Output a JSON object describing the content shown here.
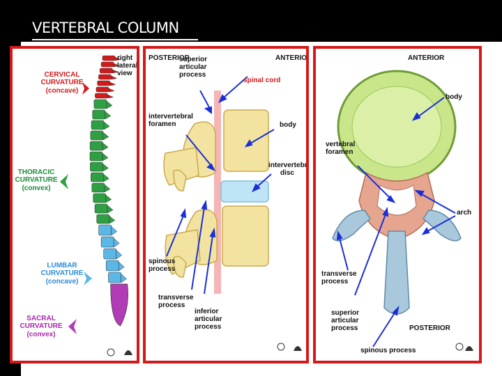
{
  "slide": {
    "title": "VERTEBRAL COLUMN"
  },
  "panel1": {
    "view_label": "right\nlateral\nview",
    "cervical": {
      "name": "CERVICAL\nCURVATURE",
      "type": "(concave)"
    },
    "thoracic": {
      "name": "THORACIC\nCURVATURE",
      "type": "(convex)"
    },
    "lumbar": {
      "name": "LUMBAR\nCURVATURE",
      "type": "(concave)"
    },
    "sacral": {
      "name": "SACRAL\nCURVATURE",
      "type": "(convex)"
    }
  },
  "panel2": {
    "posterior": "POSTERIOR",
    "anterior": "ANTERIOR",
    "superior_articular": "superior\narticular\nprocess",
    "spinal_cord": "spinal cord",
    "intervertebral_foramen": "intervertebral\nforamen",
    "body": "body",
    "intervertebral_disc": "intervertebral\ndisc",
    "spinous": "spinous\nprocess",
    "transverse": "transverse\nprocess",
    "inferior_articular": "inferior\narticular\nprocess"
  },
  "panel3": {
    "anterior": "ANTERIOR",
    "body": "body",
    "vertebral_foramen": "vertebral\nforamen",
    "arch": "arch",
    "transverse": "transverse\nprocess",
    "superior_articular": "superior\narticular\nprocess",
    "posterior": "POSTERIOR",
    "spinous": "spinous process"
  },
  "colors": {
    "frame": "#d21a1a",
    "cervical": "#d21a1a",
    "thoracic": "#2ea043",
    "lumbar": "#5bb8e6",
    "sacral": "#b23cb6",
    "bone": "#f3e3a1",
    "disc": "#bfe4f6",
    "cord": "#f5b5b5",
    "arrow": "#1a2fd6"
  }
}
